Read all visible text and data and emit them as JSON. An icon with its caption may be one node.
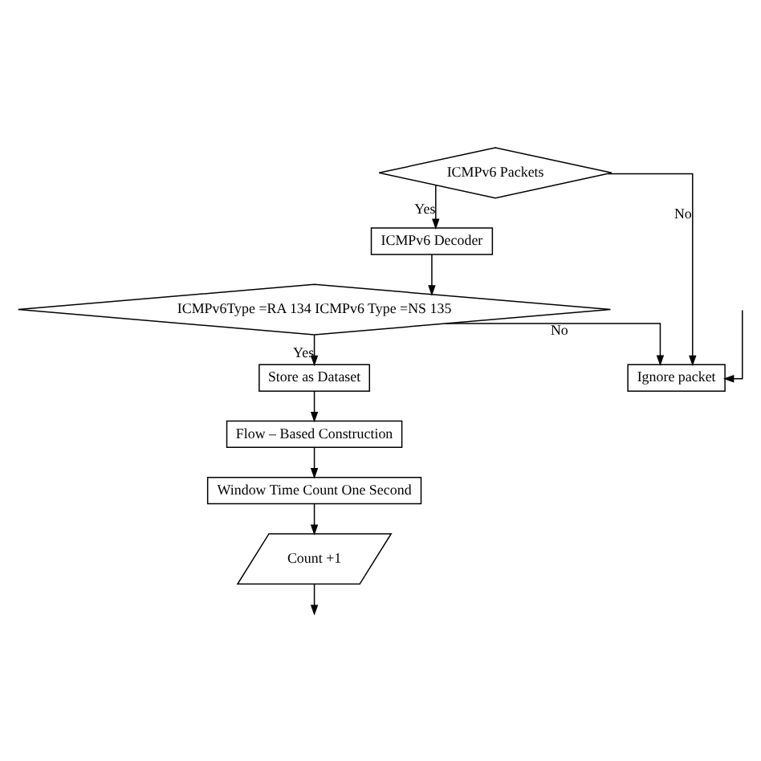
{
  "diagram": {
    "nodes": [
      {
        "text": [
          "ICMPv6 Packets"
        ]
      },
      {
        "text": [
          "ICMPv6 Decoder"
        ]
      },
      {
        "text": [
          "ICMPv6Type =RA 134 ICMPv6 Type =NS 135"
        ]
      },
      {
        "text": [
          "Ignore packet"
        ]
      },
      {
        "text": [
          "Store as Dataset"
        ]
      },
      {
        "text": [
          "Flow – Based Construction"
        ]
      },
      {
        "text": [
          "Window Time Count One Second"
        ]
      },
      {
        "text": [
          "Count +1"
        ]
      }
    ],
    "edges": [
      {
        "from": 0,
        "to": 1,
        "arrow": "to",
        "label": "Yes"
      },
      {
        "from": 0,
        "to": 3,
        "arrow": "to",
        "label": "No"
      },
      {
        "from": null,
        "to": 3,
        "arrow": "to"
      },
      {
        "from": 1,
        "to": 2,
        "arrow": "to"
      },
      {
        "from": 2,
        "to": 3,
        "arrow": "to",
        "label": "No"
      },
      {
        "from": 2,
        "to": 4,
        "arrow": "to",
        "label": "Yes"
      },
      {
        "from": 4,
        "to": 5,
        "arrow": "to"
      },
      {
        "from": 5,
        "to": 6,
        "arrow": "to"
      },
      {
        "from": 6,
        "to": 7,
        "arrow": "to"
      },
      {
        "from": 7,
        "to": null,
        "arrow": "to"
      }
    ]
  }
}
